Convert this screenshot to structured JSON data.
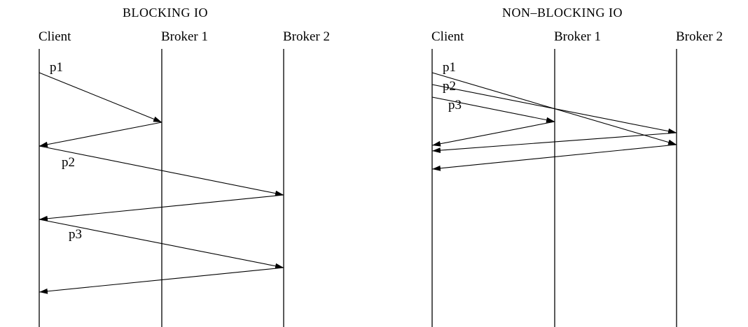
{
  "blocking": {
    "title": "BLOCKING IO",
    "lanes": [
      "Client",
      "Broker 1",
      "Broker 2"
    ],
    "labels": [
      "p1",
      "p2",
      "p3"
    ]
  },
  "nonblocking": {
    "title": "NON–BLOCKING IO",
    "lanes": [
      "Client",
      "Broker 1",
      "Broker 2"
    ],
    "labels": [
      "p1",
      "p2",
      "p3"
    ]
  }
}
